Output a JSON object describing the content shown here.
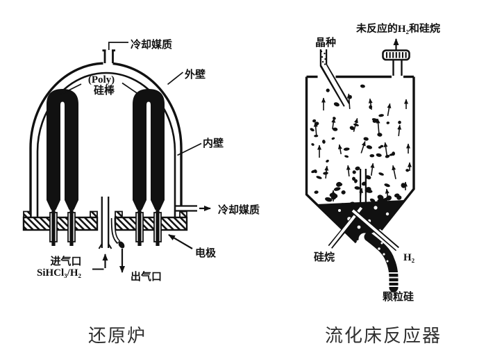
{
  "page": {
    "background": "#ffffff",
    "ink_color": "#111111",
    "title_color": "#2f2f2f"
  },
  "left_figure": {
    "title": "还原炉",
    "labels": {
      "cooling_top": "冷却媒质",
      "outer_wall": "外壁",
      "poly_line1": "(Poly)",
      "poly_line2": "硅棒",
      "inner_wall": "内壁",
      "cooling_out": "冷却媒质",
      "electrode": "电极",
      "inlet_line1": "进气口",
      "inlet_line2": "SiHCl₃/H₂",
      "outlet": "出气口"
    }
  },
  "right_figure": {
    "title": "流化床反应器",
    "labels": {
      "offgas": "未反应的H₂和硅烷",
      "seed": "晶种",
      "silane": "硅烷",
      "hydrogen": "H₂",
      "granular": "颗粒硅"
    }
  }
}
